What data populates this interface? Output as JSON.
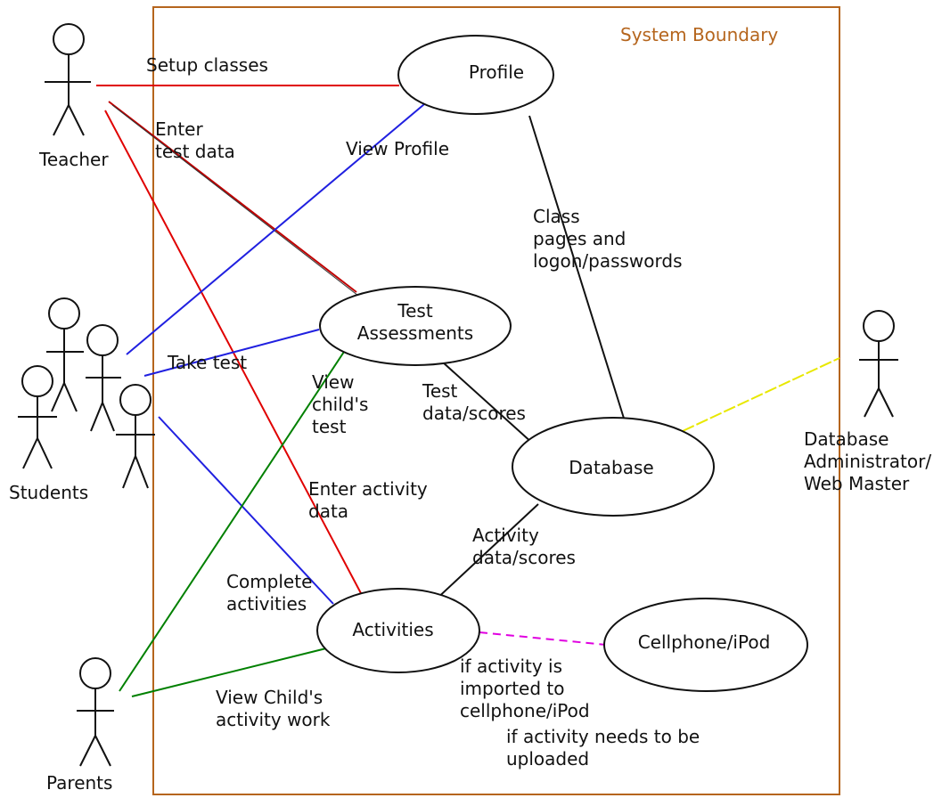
{
  "boundary": {
    "label": "System Boundary",
    "color": "#b5651d"
  },
  "actors": {
    "teacher": "Teacher",
    "students": "Students",
    "parents": "Parents",
    "dba": [
      "Database",
      "Administrator/",
      "Web Master"
    ]
  },
  "use_cases": {
    "profile": [
      "Profile"
    ],
    "test_assessments": [
      "Test",
      "Assessments"
    ],
    "database": [
      "Database"
    ],
    "activities": [
      "Activities"
    ],
    "cellphone": [
      "Cellphone/iPod"
    ]
  },
  "associations": {
    "setup_classes": [
      "Setup classes"
    ],
    "enter_test_data": [
      "Enter",
      "test data"
    ],
    "view_profile": [
      "View Profile"
    ],
    "class_pages": [
      "Class",
      "pages and",
      "logon/passwords"
    ],
    "take_test": [
      "Take test"
    ],
    "view_childs_test": [
      "View",
      "child's",
      "test"
    ],
    "test_data_scores": [
      "Test",
      "data/scores"
    ],
    "enter_activity_data": [
      "Enter activity",
      "data"
    ],
    "activity_data_scores": [
      "Activity",
      "data/scores"
    ],
    "complete_activities": [
      "Complete",
      "activities"
    ],
    "view_childs_activity": [
      "View Child's",
      "activity work"
    ],
    "if_imported": [
      "if activity is",
      "imported to",
      "cellphone/iPod"
    ],
    "if_uploaded": [
      "if activity needs to be",
      "uploaded"
    ]
  },
  "colors": {
    "teacher_links": "#e00000",
    "student_links": "#2020e0",
    "parent_links": "#008000",
    "dba_link": "#e8e800",
    "cellphone_link": "#e000e0",
    "database_links": "#111111"
  }
}
